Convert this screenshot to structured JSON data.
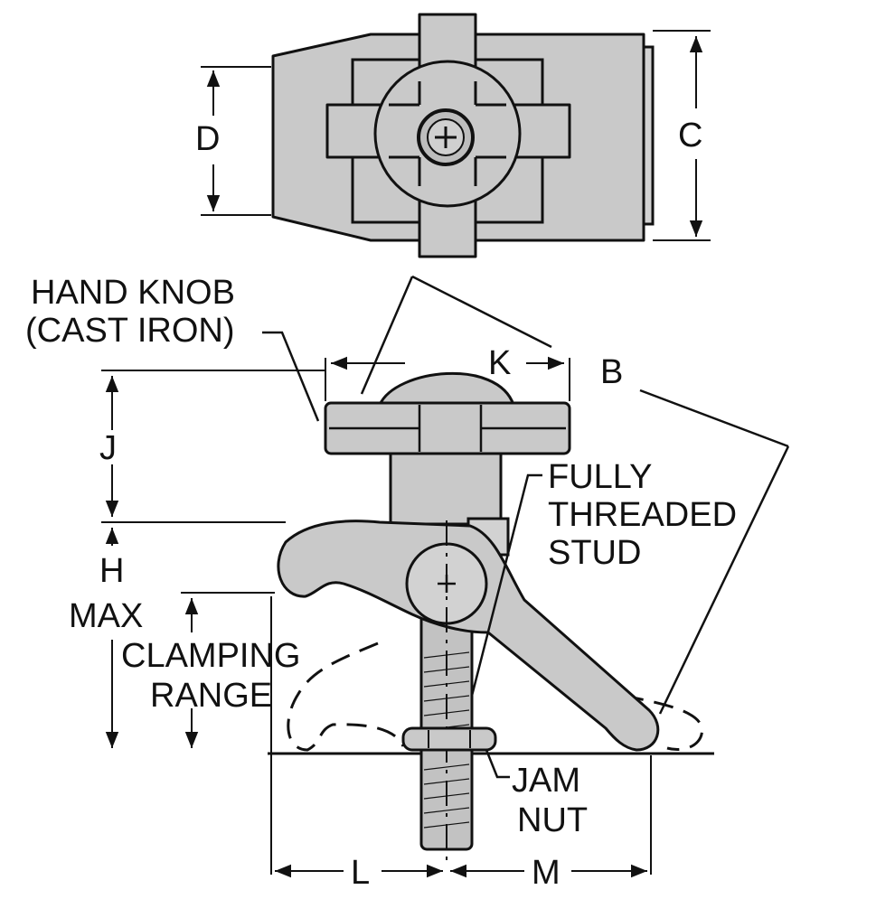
{
  "labels": {
    "D": "D",
    "C": "C",
    "K": "K",
    "B": "B",
    "J": "J",
    "H": "H",
    "MAX": "MAX",
    "hand_knob_1": "HAND KNOB",
    "hand_knob_2": "(CAST IRON)",
    "fully_1": "FULLY",
    "fully_2": "THREADED",
    "fully_3": "STUD",
    "clamping_1": "CLAMPING",
    "clamping_2": "RANGE",
    "jam_1": "JAM",
    "jam_2": "NUT",
    "L": "L",
    "M": "M"
  },
  "colors": {
    "part_fill": "#c9c9c9",
    "line": "#111111",
    "background": "#ffffff"
  }
}
